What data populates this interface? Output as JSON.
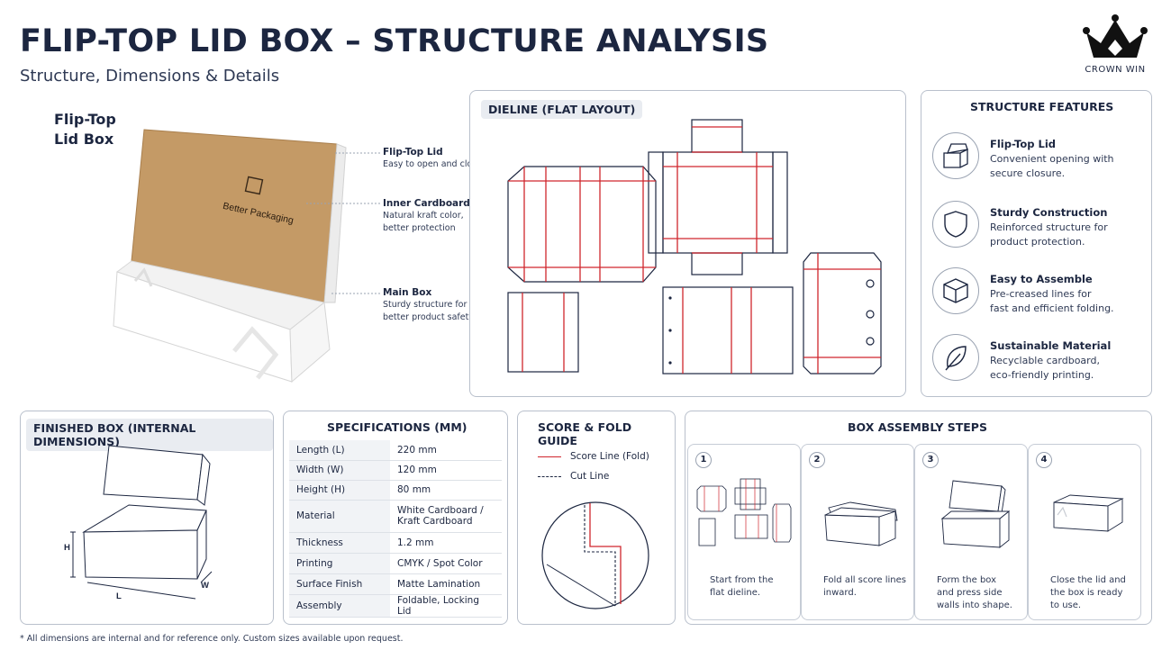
{
  "header": {
    "title": "FLIP-TOP LID BOX – STRUCTURE ANALYSIS",
    "subtitle": "Structure, Dimensions & Details",
    "logo_text": "CROWN WIN"
  },
  "hero": {
    "label_line1": "Flip-Top",
    "label_line2": "Lid Box",
    "print_text": "Better Packaging",
    "callouts": [
      {
        "title": "Flip-Top Lid",
        "line1": "Easy to open and close",
        "line2": ""
      },
      {
        "title": "Inner Cardboard",
        "line1": "Natural kraft color,",
        "line2": "better protection"
      },
      {
        "title": "Main Box",
        "line1": "Sturdy structure for",
        "line2": "better product safety"
      }
    ]
  },
  "dieline": {
    "title": "DIELINE (FLAT LAYOUT)"
  },
  "features": {
    "title": "STRUCTURE FEATURES",
    "items": [
      {
        "icon": "open-box-icon",
        "title": "Flip-Top Lid",
        "line1": "Convenient opening with",
        "line2": "secure closure."
      },
      {
        "icon": "shield-icon",
        "title": "Sturdy Construction",
        "line1": "Reinforced structure for",
        "line2": "product protection."
      },
      {
        "icon": "cube-icon",
        "title": "Easy to Assemble",
        "line1": "Pre-creased lines for",
        "line2": "fast and efficient folding."
      },
      {
        "icon": "leaf-icon",
        "title": "Sustainable Material",
        "line1": "Recyclable cardboard,",
        "line2": "eco-friendly printing."
      }
    ]
  },
  "finished": {
    "title": "FINISHED BOX (INTERNAL DIMENSIONS)",
    "label_h": "H",
    "label_l": "L",
    "label_w": "W"
  },
  "specs": {
    "title": "SPECIFICATIONS (MM)",
    "rows": [
      {
        "k": "Length (L)",
        "v1": "220 mm",
        "v2": ""
      },
      {
        "k": "Width (W)",
        "v1": "120 mm",
        "v2": ""
      },
      {
        "k": "Height (H)",
        "v1": "80 mm",
        "v2": ""
      },
      {
        "k": "Material",
        "v1": "White Cardboard /",
        "v2": "Kraft Cardboard"
      },
      {
        "k": "Thickness",
        "v1": "1.2 mm",
        "v2": ""
      },
      {
        "k": "Printing",
        "v1": "CMYK / Spot Color",
        "v2": ""
      },
      {
        "k": "Surface Finish",
        "v1": "Matte Lamination",
        "v2": ""
      },
      {
        "k": "Assembly",
        "v1": "Foldable, Locking Lid",
        "v2": ""
      }
    ]
  },
  "score": {
    "title": "SCORE & FOLD GUIDE",
    "score_label": "Score Line (Fold)",
    "cut_label": "Cut Line",
    "score_color": "#d0262d",
    "cut_color": "#1c2640"
  },
  "assembly": {
    "title": "BOX ASSEMBLY STEPS",
    "steps": [
      {
        "num": "1",
        "line1": "Start from the",
        "line2": "flat dieline.",
        "line3": ""
      },
      {
        "num": "2",
        "line1": "Fold all score lines",
        "line2": "inward.",
        "line3": ""
      },
      {
        "num": "3",
        "line1": "Form the box",
        "line2": "and press side",
        "line3": "walls into shape."
      },
      {
        "num": "4",
        "line1": "Close the lid and",
        "line2": "the box is ready",
        "line3": "to use."
      }
    ]
  },
  "footnote": "* All dimensions are internal and for reference only. Custom sizes available upon request."
}
